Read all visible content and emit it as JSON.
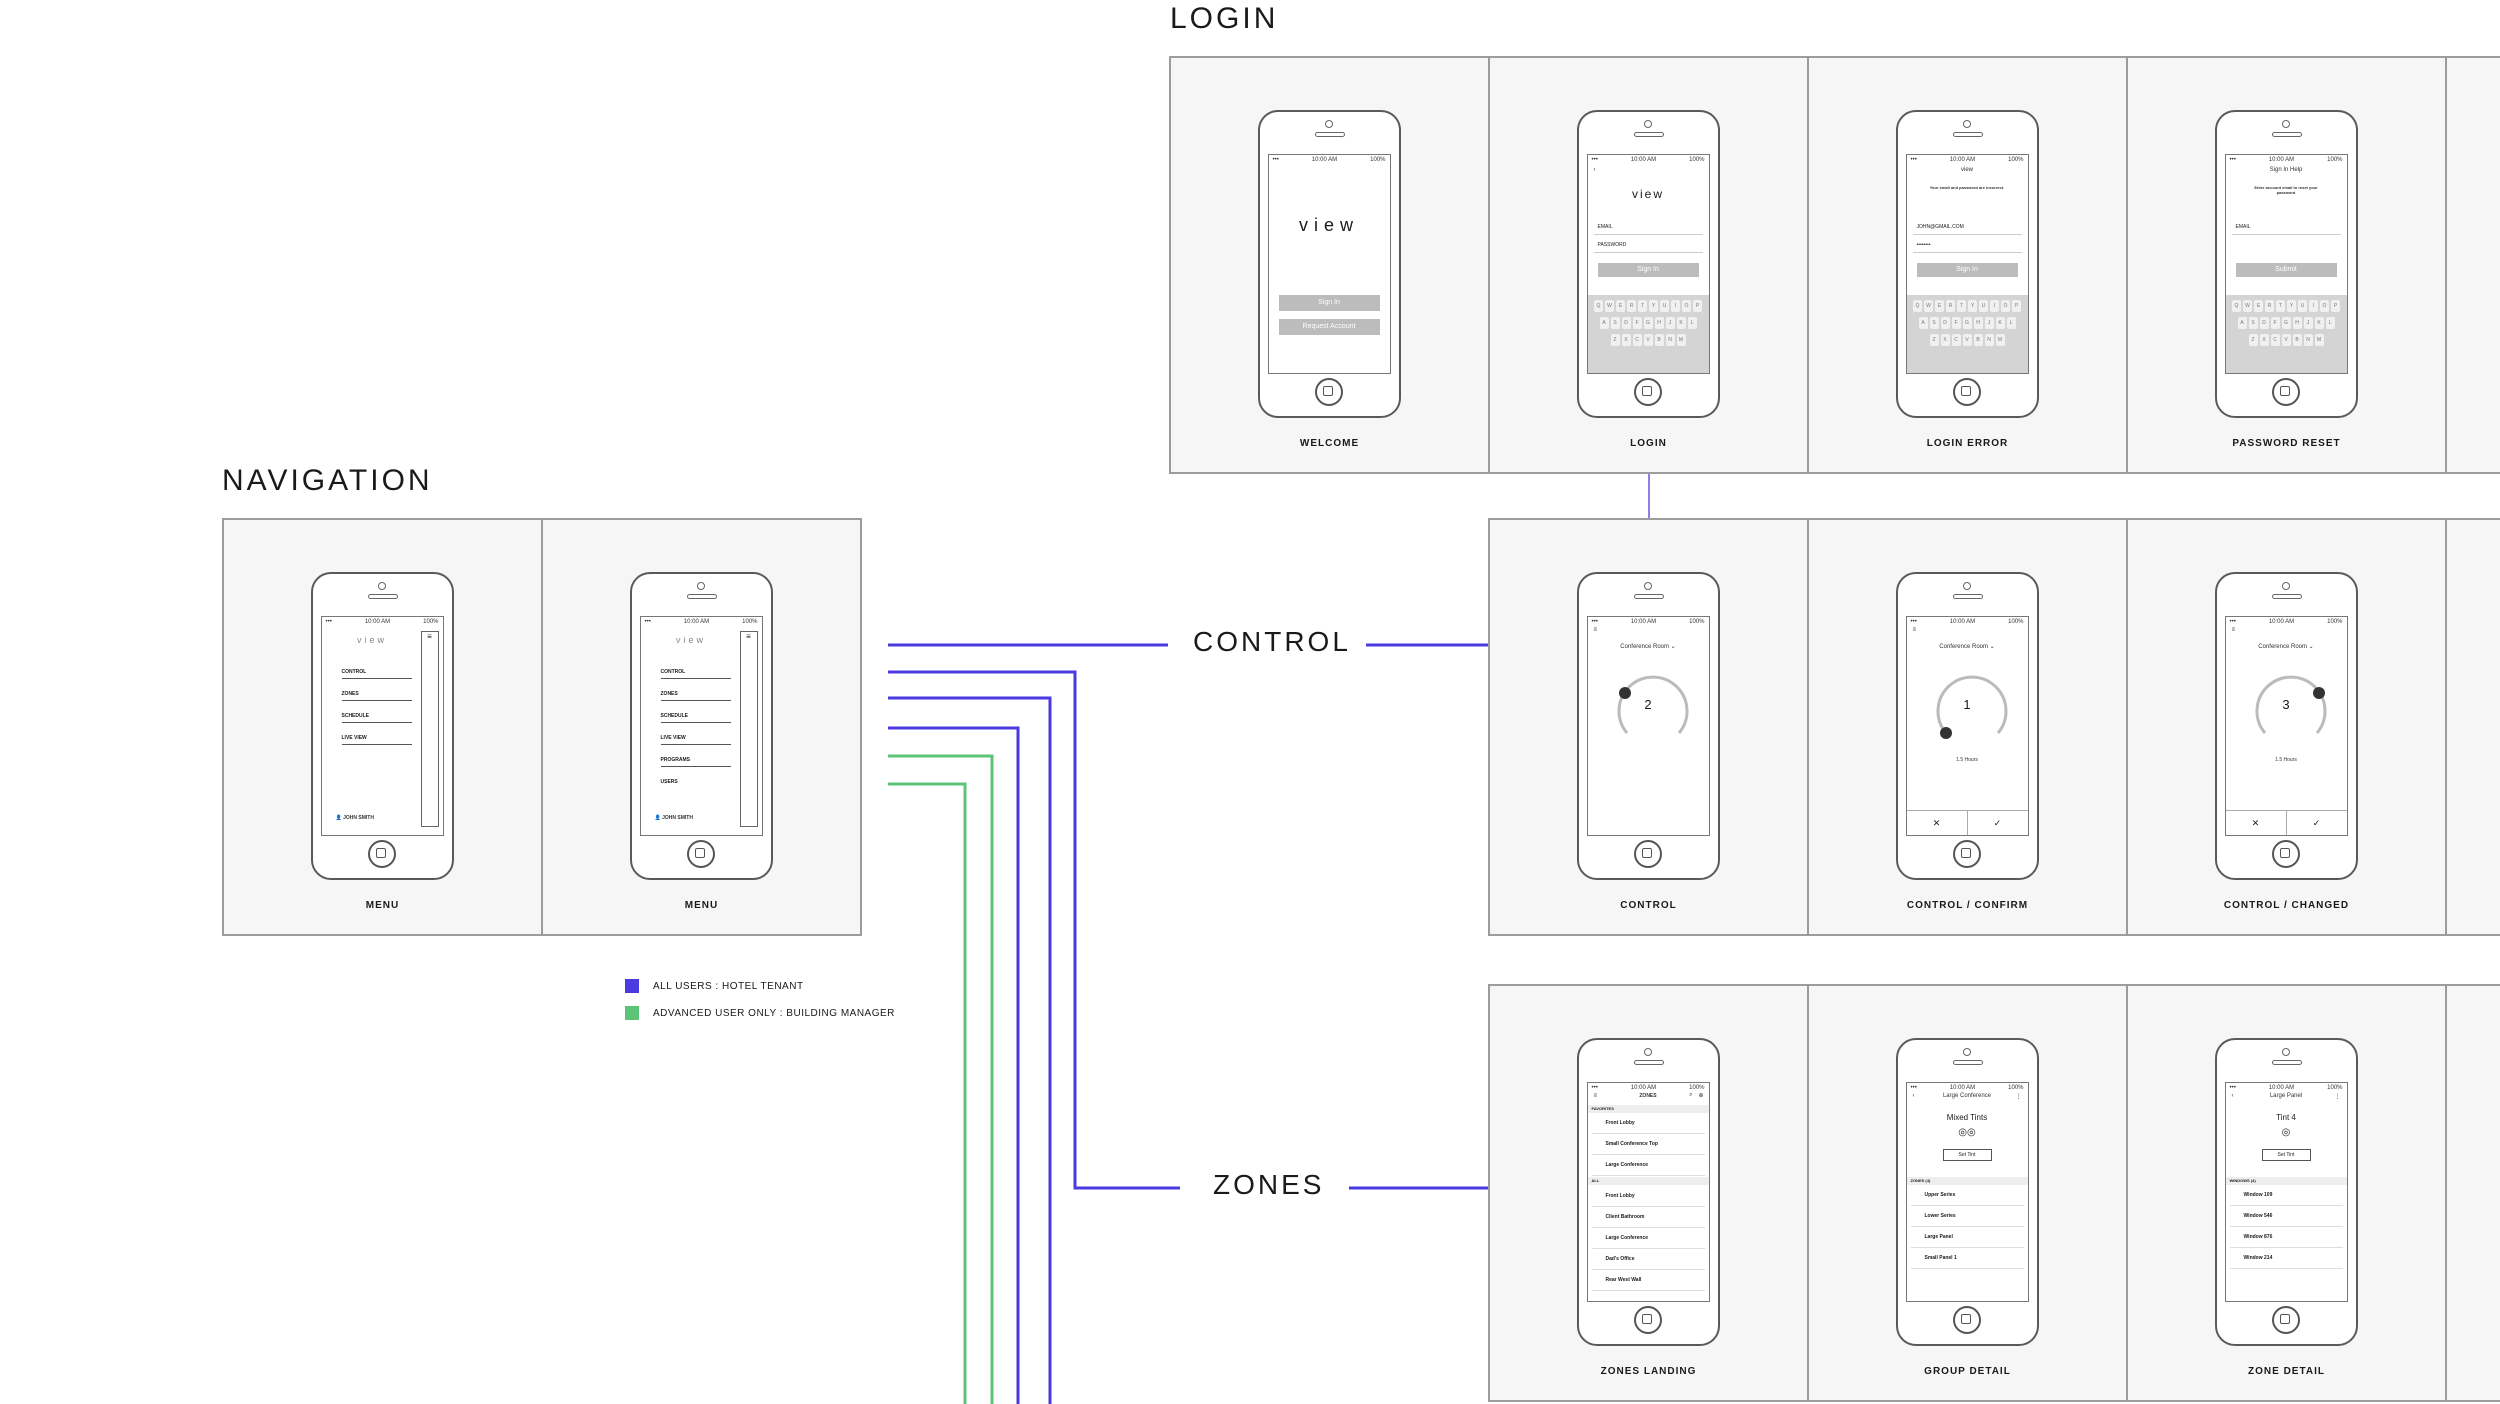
{
  "sections": {
    "login": "LOGIN",
    "navigation": "NAVIGATION",
    "control": "CONTROL",
    "zones": "ZONES"
  },
  "colors": {
    "all_users": "#4a3ae0",
    "advanced_users": "#5cc476",
    "link": "#8b80e8"
  },
  "legend": [
    {
      "label": "ALL USERS : HOTEL TENANT",
      "color": "#4a3ae0"
    },
    {
      "label": "ADVANCED USER ONLY : BUILDING MANAGER",
      "color": "#5cc476"
    }
  ],
  "status_bar": {
    "carrier": "•••",
    "time": "10:00 AM",
    "battery": "100%"
  },
  "login_screens": {
    "welcome": {
      "caption": "WELCOME",
      "logo": "view",
      "sign_in": "Sign In",
      "request": "Request Account"
    },
    "login": {
      "caption": "LOGIN",
      "logo": "view",
      "email": "EMAIL",
      "password": "PASSWORD",
      "sign_in": "Sign In"
    },
    "login_error": {
      "caption": "LOGIN ERROR",
      "title": "view",
      "message": "Your email and password are incorrect.",
      "email": "JOHN@GMAIL.COM",
      "password": "••••••••",
      "sign_in": "Sign In"
    },
    "password_reset": {
      "caption": "PASSWORD RESET",
      "title": "Sign In Help",
      "message": "Enter account email to reset your password",
      "email": "EMAIL",
      "submit": "Submit"
    }
  },
  "keyboard_rows": [
    [
      "Q",
      "W",
      "E",
      "R",
      "T",
      "Y",
      "U",
      "I",
      "O",
      "P"
    ],
    [
      "A",
      "S",
      "D",
      "F",
      "G",
      "H",
      "J",
      "K",
      "L"
    ],
    [
      "Z",
      "X",
      "C",
      "V",
      "B",
      "N",
      "M"
    ]
  ],
  "nav_screens": {
    "menu1": {
      "caption": "MENU",
      "logo": "view",
      "items": [
        "CONTROL",
        "ZONES",
        "SCHEDULE",
        "LIVE VIEW"
      ],
      "user": "JOHN SMITH"
    },
    "menu2": {
      "caption": "MENU",
      "logo": "view",
      "items": [
        "CONTROL",
        "ZONES",
        "SCHEDULE",
        "LIVE VIEW",
        "PROGRAMS",
        "USERS"
      ],
      "user": "JOHN SMITH"
    }
  },
  "control_screens": {
    "control": {
      "caption": "CONTROL",
      "room": "Conference Room",
      "value": "2",
      "sub": ""
    },
    "confirm": {
      "caption": "CONTROL / CONFIRM",
      "room": "Conference Room",
      "value": "1",
      "sub": "1.5 Hours"
    },
    "changed": {
      "caption": "CONTROL / CHANGED",
      "room": "Conference Room",
      "value": "3",
      "sub": "1.5 Hours"
    }
  },
  "zones_screens": {
    "landing": {
      "caption": "ZONES LANDING",
      "title": "ZONES",
      "favorites_head": "FAVORITES",
      "favorites": [
        "Front Lobby",
        "Small Conference Top",
        "Large Conference"
      ],
      "all_head": "ALL",
      "all": [
        "Front Lobby",
        "Client Bathroom",
        "Large Conference",
        "Dad's Office",
        "Rear West Wall"
      ]
    },
    "group": {
      "caption": "GROUP DETAIL",
      "title": "Large Conference",
      "tint": "Mixed Tints",
      "set": "Set Tint",
      "zones_head": "ZONES (4)",
      "zones": [
        "Upper Series",
        "Lower Series",
        "Large Panel",
        "Small Panel 1"
      ]
    },
    "zone": {
      "caption": "ZONE DETAIL",
      "title": "Large Panel",
      "tint": "Tint 4",
      "set": "Set Tint",
      "windows_head": "WINDOWS (4)",
      "windows": [
        "Window 109",
        "Window 546",
        "Window 876",
        "Window 214"
      ]
    }
  }
}
